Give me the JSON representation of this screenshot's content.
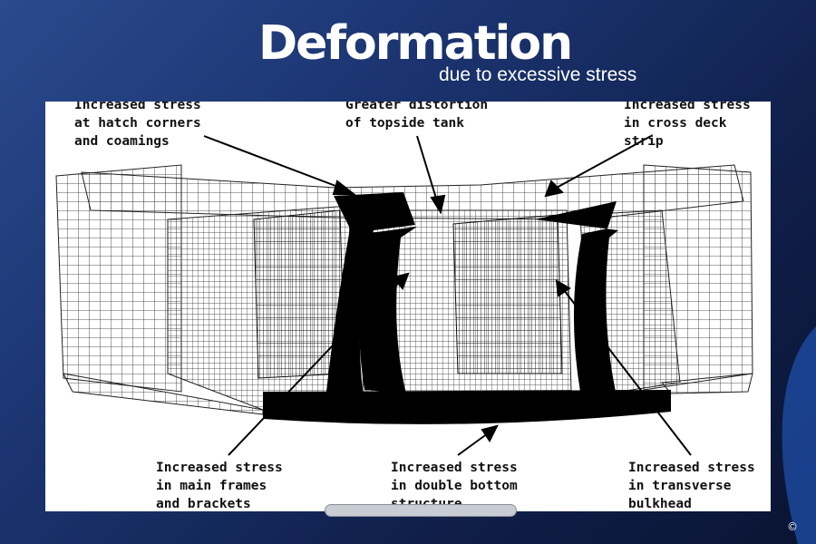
{
  "slide": {
    "title": "Deformation",
    "subtitle": "due to excessive stress",
    "copyright": "©"
  },
  "figure": {
    "labels": {
      "hatch_corners": "Increased stress\nat hatch corners\nand coamings",
      "topside_tank": "Greater distortion\nof topside tank",
      "cross_deck": "Increased stress\nin cross deck strip",
      "main_frames": "Increased stress\nin main frames\nand brackets",
      "double_bottom": "Increased stress\nin double bottom\nstructure",
      "bulkhead": "Increased stress\nin transverse\nbulkhead"
    }
  },
  "colors": {
    "background_top": "#2a4a8e",
    "background_bottom": "#0a1433",
    "stress_fill": "#000000",
    "mesh_line": "#222222"
  }
}
